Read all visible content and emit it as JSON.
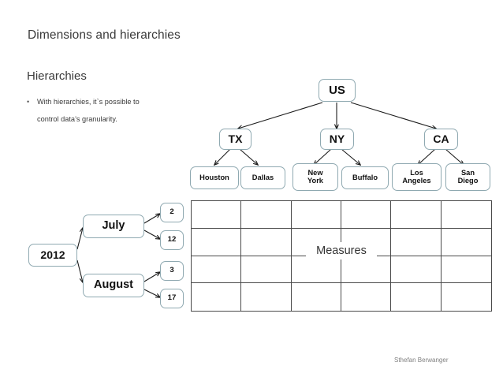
{
  "slide": {
    "title": "Dimensions and hierarchies",
    "section_title": "Hierarchies",
    "bullets": [
      {
        "marker": "•",
        "line1": "With hierarchies, it`s possible to",
        "line2": "control data’s granularity."
      }
    ],
    "footer_credit": "Sthefan Berwanger"
  },
  "geo_hierarchy": {
    "root": {
      "label": "US"
    },
    "states": [
      {
        "label": "TX"
      },
      {
        "label": "NY"
      },
      {
        "label": "CA"
      }
    ],
    "cities": [
      {
        "label": "Houston",
        "parent": "TX"
      },
      {
        "label": "Dallas",
        "parent": "TX"
      },
      {
        "label": "New York",
        "line1": "New",
        "line2": "York",
        "parent": "NY"
      },
      {
        "label": "Buffalo",
        "parent": "NY"
      },
      {
        "label": "Los Angeles",
        "line1": "Los",
        "line2": "Angeles",
        "parent": "CA"
      },
      {
        "label": "San Diego",
        "line1": "San",
        "line2": "Diego",
        "parent": "CA"
      }
    ]
  },
  "time_hierarchy": {
    "year": {
      "label": "2012"
    },
    "months": [
      {
        "label": "July"
      },
      {
        "label": "August"
      }
    ],
    "days": [
      {
        "label": "2",
        "parent": "July"
      },
      {
        "label": "12",
        "parent": "July"
      },
      {
        "label": "3",
        "parent": "August"
      },
      {
        "label": "17",
        "parent": "August"
      }
    ]
  },
  "measures": {
    "label": "Measures",
    "columns": 6,
    "rows": 4
  },
  "colors": {
    "node_border": "#8fa9b1",
    "grid_line": "#4a4a4a",
    "text": "#3a3a3a",
    "footer": "#808080"
  }
}
